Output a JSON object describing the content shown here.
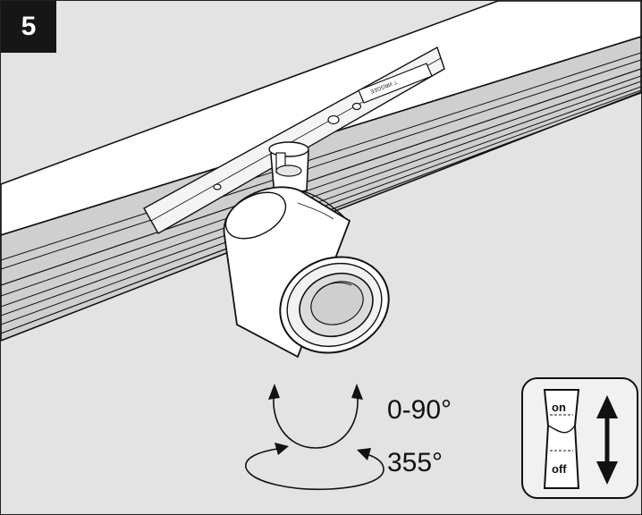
{
  "step": {
    "number": "5"
  },
  "adjustments": {
    "tilt_range": "0-90°",
    "rotation_range": "355°"
  },
  "switch": {
    "on_label": "on",
    "off_label": "off"
  },
  "product": {
    "plate_text": "ƎƎꓨꓨꓤИ ⊥"
  },
  "icons": [
    "tilt-arrow-icon",
    "rotation-arrow-icon",
    "switch-toggle-icon",
    "up-down-arrow-icon"
  ]
}
